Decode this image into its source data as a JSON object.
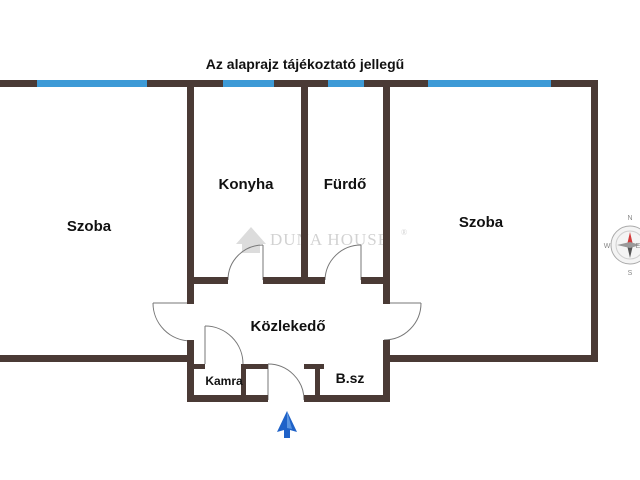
{
  "note": "Az alaprajz tájékoztató jellegű",
  "rooms": {
    "szoba_left": "Szoba",
    "konyha": "Konyha",
    "furdo": "Fürdő",
    "szoba_right": "Szoba",
    "kozlekedo": "Közlekedő",
    "kamra": "Kamra",
    "bsz": "B.sz"
  },
  "watermark": {
    "brand": "DUNA HOUSE",
    "reg": "®"
  },
  "compass": {
    "n": "N",
    "s": "S",
    "e": "E",
    "w": "W"
  },
  "colors": {
    "wall": "#4a3a35",
    "window": "#3d9ad6",
    "door": "#777777",
    "arrow": "#1f62c8"
  }
}
